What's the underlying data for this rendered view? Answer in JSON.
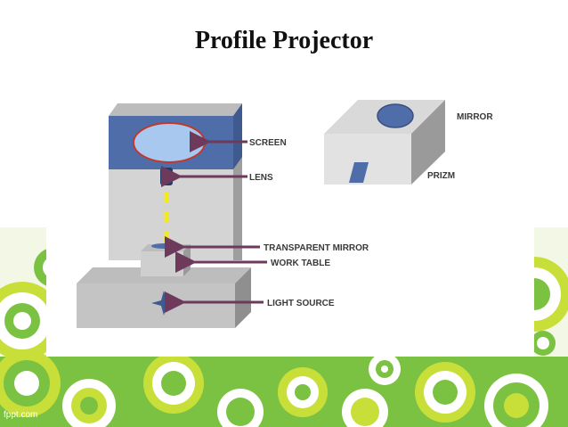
{
  "slide": {
    "title": "Profile Projector",
    "brand": "fppt.com"
  },
  "diagram": {
    "labels": {
      "screen": "SCREEN",
      "lens": "LENS",
      "transparent_mirror": "TRANSPARENT MIRROR",
      "work_table": "WORK TABLE",
      "light_source": "LIGHT SOURCE",
      "mirror": "MIRROR",
      "prizm": "PRIZM"
    }
  },
  "colors": {
    "screen_blue": "#4f6da8",
    "screen_ellipse": "#a8c8f0",
    "ellipse_outline": "#c0392b",
    "arrow": "#6e3a5c",
    "beam": "#f2ea1f",
    "body_gray": "#d4d4d4",
    "decor_green": "#7cc242",
    "decor_lime": "#c8df3a"
  }
}
